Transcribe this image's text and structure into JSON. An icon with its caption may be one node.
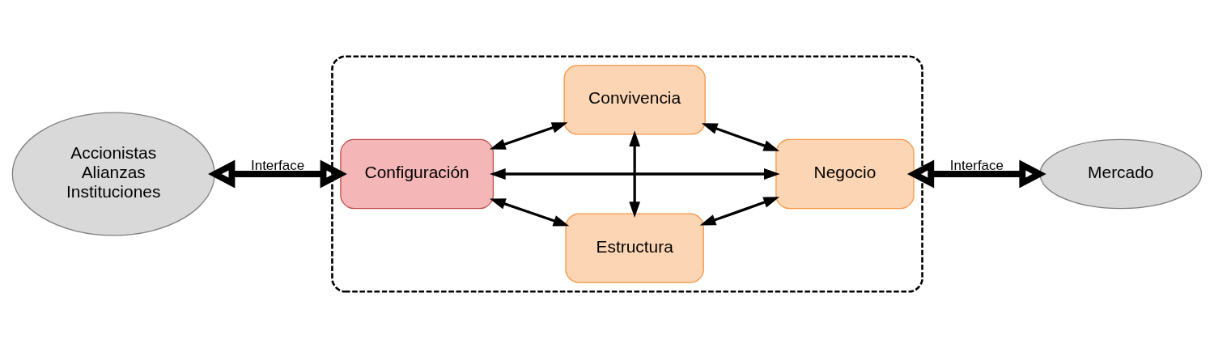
{
  "diagram": {
    "nodes": [
      {
        "text": [
          "Accionistas",
          "Alianzas",
          "Instituciones"
        ]
      },
      {
        "text": [],
        "shape": "box"
      },
      {
        "text": [
          "Estructura"
        ],
        "in": 1
      },
      {
        "text": [
          "Configuración"
        ],
        "in": 1
      },
      {
        "text": [
          "Negocio"
        ],
        "in": 1
      },
      {
        "text": [
          "Convivencia"
        ],
        "in": 1
      },
      {
        "text": [
          "Mercado"
        ]
      }
    ],
    "edges": [
      {
        "from": 0,
        "to": 3,
        "arrow": "both",
        "label": "Interface",
        "style": "thick"
      },
      {
        "from": 3,
        "to": 2,
        "arrow": "both"
      },
      {
        "from": 2,
        "to": 4,
        "arrow": "both"
      },
      {
        "from": 3,
        "to": 4,
        "arrow": "both"
      },
      {
        "from": 2,
        "to": 5,
        "arrow": "both"
      },
      {
        "from": 3,
        "to": 5,
        "arrow": "both"
      },
      {
        "from": 5,
        "to": 4,
        "arrow": "both"
      },
      {
        "from": 4,
        "to": 6,
        "arrow": "both",
        "label": "Interface",
        "style": "thick"
      }
    ]
  }
}
